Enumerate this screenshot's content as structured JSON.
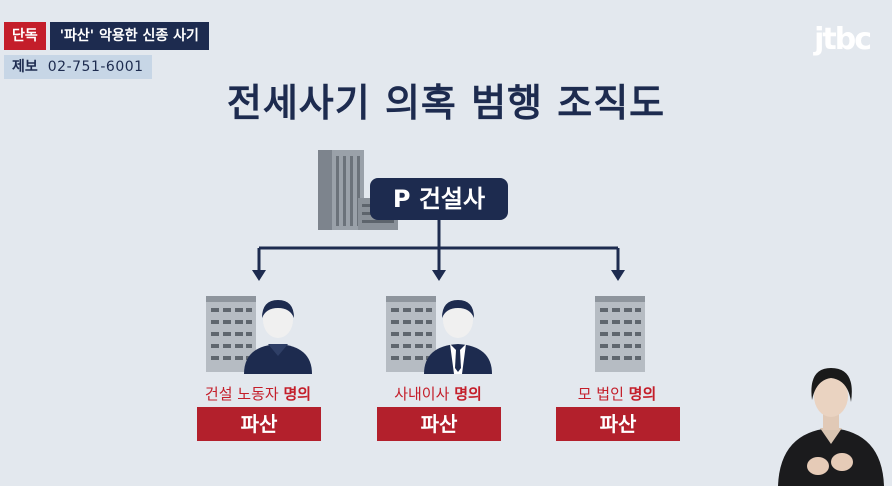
{
  "header": {
    "exclusive_badge": "단독",
    "topic_label": "'파산' 악용한 신종 사기",
    "tip_label": "제보",
    "tip_number": "02-751-6001",
    "logo": "jtbc"
  },
  "diagram": {
    "title": "전세사기 의혹 범행 조직도",
    "root": {
      "label": "P 건설사"
    },
    "children": [
      {
        "name_prefix": "건설 노동자",
        "name_suffix": "명의",
        "status": "파산"
      },
      {
        "name_prefix": "사내이사",
        "name_suffix": "명의",
        "status": "파산"
      },
      {
        "name_prefix": "모 법인",
        "name_suffix": "명의",
        "status": "파산"
      }
    ]
  },
  "colors": {
    "navy": "#1d2b4f",
    "red": "#b3202c",
    "background": "#e3e8ee"
  }
}
